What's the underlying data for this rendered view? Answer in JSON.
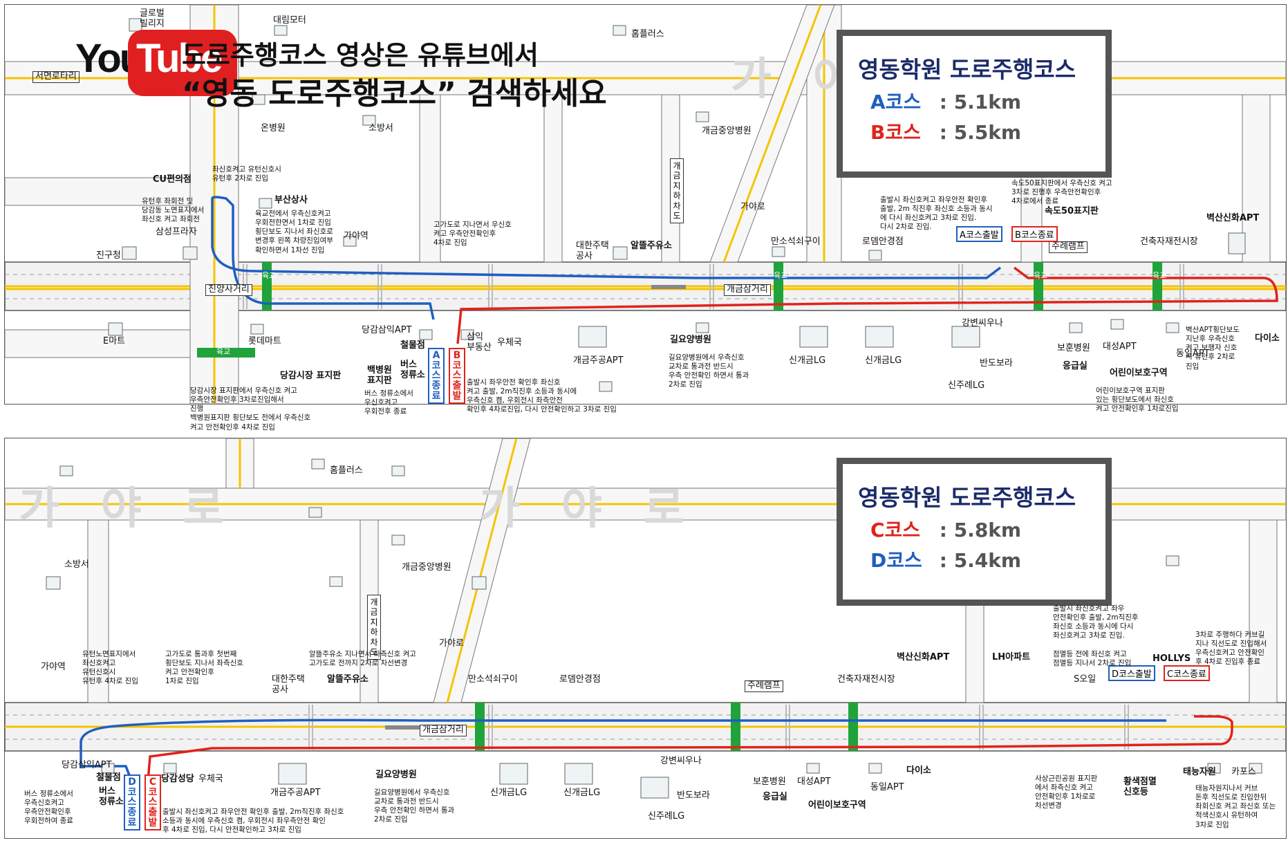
{
  "colors": {
    "route_blue": "#1f5fbf",
    "route_red": "#e0231b",
    "crosswalk_green": "#1fa33a",
    "center_line": "#f5c400",
    "title_navy": "#1b2b6a",
    "youtube_red": "#e02020"
  },
  "top": {
    "youtube_logo": {
      "you": "You",
      "tube": "Tube"
    },
    "headline1": "도로주행코스  영상은  유튜브에서",
    "headline2": "“영동 도로주행코스” 검색하세요",
    "ghost_road": "가야로",
    "infobox": {
      "title": "영동학원  도로주행코스",
      "rows": [
        {
          "name": "A코스",
          "sep": ":",
          "dist": "5.1km",
          "color": "#1f5fbf"
        },
        {
          "name": "B코스",
          "sep": ":",
          "dist": "5.5km",
          "color": "#e0231b"
        }
      ]
    },
    "labels": {
      "global_villa": "글로벌\n빌리지",
      "daerim": "대림모터",
      "homeplus": "홈플러스",
      "seomyeon": "서면로타리",
      "onbyeongwon": "온병원",
      "sobangseo": "소방서",
      "gaegeum_hosp": "개금중앙병원",
      "gayaro": "가야로",
      "cu": "CU편의점",
      "busan_sangsa": "부산상사",
      "samsung": "삼성프라자",
      "gayaeok": "가야역",
      "jingucheong": "진구청",
      "jinyang": "진양사거리",
      "emart": "E마트",
      "lotte": "롯데마트",
      "daehan": "대한주택\n공사",
      "altteul": "알뜰주유소",
      "mansoseok": "만소석쇠구이",
      "lodem": "로뎀안경점",
      "gaegeum_sageori": "개금삼거리",
      "jurye": "주례램프",
      "geonchuk": "건축자재전시장",
      "byeoksan": "벽산신화APT",
      "sokdo": "속도50표지판",
      "danggam_apt": "당감삼익APT",
      "cheolmuljeom": "철물점",
      "samik": "삼익\n부동산",
      "ucheguk": "우체국",
      "baekbyeong": "백병원\n표지판",
      "bus_stop": "버스\n정류소",
      "gaegeum_apt": "개금주공APT",
      "giryo": "길요양병원",
      "singaegeum1": "신개금LG",
      "singaegeum2": "신개금LG",
      "gangbyeon": "강변씨우나",
      "bandobora": "반도보라",
      "sinjurye": "신주례LG",
      "bohun": "보훈병원",
      "eunggeup": "응급실",
      "daeseong": "대성APT",
      "dongil": "동일APT",
      "daiso": "다이소",
      "children": "어린이보호구역",
      "danggam_sign": "당감시장 표지판",
      "yukgyo1": "육교",
      "yukgyo2": "육교",
      "yukgyo3": "육교",
      "yukgyo4": "육교",
      "yukgyo5": "육교",
      "ovp": "개금지하차도"
    },
    "tags": {
      "a_start": "A코스출발",
      "b_end": "B코스종료",
      "a_end": "A코스종료",
      "b_start": "B코스출발"
    },
    "notes": {
      "n1": "좌신호켜고 유턴신호시\n유턴후 2차로 진입",
      "n2": "유턴후 좌회전 및\n당감동 노면표지에서\n좌신호 켜고 좌회전",
      "n3": "육교전에서 우측신호켜고\n우회전한면서 1차로 진입\n횡단보도 지나서 좌신호로\n변경후 왼쪽 차량진입여부\n확인하면서 1차선 진입",
      "n4": "고가도로 지나면서 우신호\n켜고 우측안전확인후\n4차로 진입",
      "n5": "출발시 좌신호켜고 좌우안전 확인후\n출발, 2m 직진후 좌신호 소등과 동시\n에 다시 좌신호켜고 3차로 진입.\n다시 2차로 진입.",
      "n6": "속도50표지판에서 우측신호 켜고\n3차로 진행후 우측안전확인후\n4차로에서 종료",
      "n7": "당감시장 표지판에서 우측신호 켜고\n우측안전확인후 3차로진입해서\n진행\n백병원표지판 횡단보도 전에서 우측신호\n켜고 안전확인후 4차로 진입",
      "n8": "버스 정류소에서\n우신호켜고\n우회전후 종료",
      "n9": "출발시 좌우안전 확인후 좌신호\n켜고 출발, 2m직진후 소등과 동시에\n우측신호 켬, 우회전시 좌측안전\n확인후 4차로진입, 다시 안전확인하고 3차로 진입",
      "n10": "길요양병원에서 우측신호\n교차로 통과전 반드시\n우측 안전확인 하면서 통과\n2차로 진입",
      "n11": "벽산APT횡단보도\n지난후 우측신호\n켜고 보행자 신호\n시 유턴후 2차로\n진입",
      "n12": "어린이보호구역 표지판\n있는 횡단보도에서 좌신호\n켜고 안전확인후 1차로진입"
    }
  },
  "bottom": {
    "ghost_road1": "가야로",
    "ghost_road2": "가야로",
    "infobox": {
      "title": "영동학원  도로주행코스",
      "rows": [
        {
          "name": "C코스",
          "sep": ":",
          "dist": "5.8km",
          "color": "#e0231b"
        },
        {
          "name": "D코스",
          "sep": ":",
          "dist": "5.4km",
          "color": "#1f5fbf"
        }
      ]
    },
    "labels": {
      "homeplus": "홈플러스",
      "sobangseo": "소방서",
      "gaegeum_hosp": "개금중앙병원",
      "gayaro": "가야로",
      "gayaeok": "가야역",
      "daehan": "대한주택\n공사",
      "altteul": "알뜰주유소",
      "mansoseok": "만소석쇠구이",
      "lodem": "로뎀안경점",
      "jurye": "주례램프",
      "geonchuk": "건축자재전시장",
      "byeoksan": "벽산신화APT",
      "lh": "LH아파트",
      "hollys": "HOLLYS",
      "soil": "S오일",
      "gaegeum_sageori": "개금삼거리",
      "danggam_apt": "당감삼익APT",
      "cheolmuljeom": "철물점",
      "danggam_church": "당감성당",
      "ucheguk": "우체국",
      "bus_stop": "버스\n정류소",
      "gaegeum_apt": "개금주공APT",
      "giryo": "길요양병원",
      "singaegeum1": "신개금LG",
      "singaegeum2": "신개금LG",
      "gangbyeon": "강변씨우나",
      "bandobora": "반도보라",
      "sinjurye": "신주례LG",
      "bohun": "보훈병원",
      "eunggeup": "응급실",
      "daeseong": "대성APT",
      "dongil": "동일APT",
      "daiso": "다이소",
      "children": "어린이보호구역",
      "hwangsaek": "황색점멸\n신호등",
      "taeneung": "태능자원",
      "capos": "카포스",
      "ovp": "개금지하차도"
    },
    "tags": {
      "d_start": "D코스출발",
      "c_end": "C코스종료",
      "d_end": "D코스종료",
      "c_start": "C코스출발"
    },
    "notes": {
      "m1": "유턴노면표지에서\n좌신호켜고\n유턴신호시\n유턴후 4차로 진입",
      "m2": "고가도로 통과후 첫번째\n횡단보도 지나서 좌측신호\n켜고 안전확인후\n1차로 진입",
      "m3": "알뜰주유소 지나면서 좌측신호 켜고\n고가도로 전까지 2차로 차선변경",
      "m4": "출발시 좌신호켜고 좌우\n안전확인후 출발, 2m직진후\n좌신호 소등과 동시에 다시\n좌신호켜고 3차로 진입.\n\n점멸등 전에 좌신호 켜고\n점멸등 지나서 2차로 진입",
      "m5": "3차로 주행하다 커브길\n지나 직선도로 진입해서\n우측신호켜고 안전확인\n후 4차로 진입후 종료",
      "m6": "버스 정류소에서\n우측신호켜고\n우측안전확인후\n우회전하여 종료",
      "m7": "출발시 좌신호켜고 좌우안전 확인후 출발, 2m직진후 좌신호\n소등과 동시에 우측신호 켬, 우회전시 좌우측안전 확인\n후 4차로 진입, 다시 안전확인하고 3차로 진입",
      "m8": "길요양병원에서 우측신호\n교차로 통과전 반드시\n우측 안전확인 하면서 통과\n2차로 진입",
      "m9": "사상근린공원 표지판\n에서 좌측신호 켜고\n안전확인후 1차로로\n차선변경",
      "m10": "태능자원지나서 커브\n돈후 직선도로 진입한뒤\n좌회신호 켜고 좌신호 또는\n적색신호시 유턴하여\n3차로 진입"
    }
  }
}
